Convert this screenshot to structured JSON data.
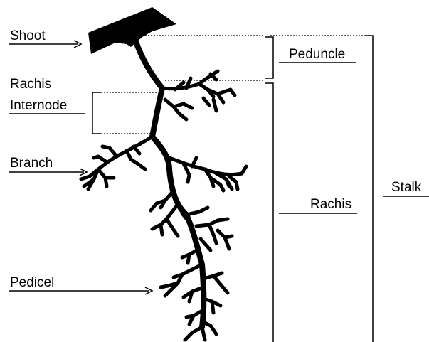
{
  "diagram": {
    "labels": {
      "shoot": "Shoot",
      "rachis_line1": "Rachis",
      "rachis_line2": "Internode",
      "branch": "Branch",
      "pedicel": "Pedicel",
      "peduncle": "Peduncle",
      "rachis": "Rachis",
      "stalk": "Stalk"
    },
    "colors": {
      "ink": "#000000",
      "background": "#ffffff"
    }
  }
}
